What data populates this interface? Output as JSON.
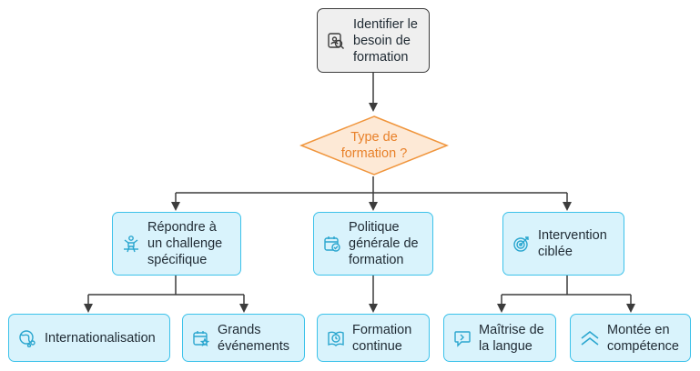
{
  "start": {
    "label": "Identifier le\nbesoin de\nformation",
    "icon": "search-person-icon"
  },
  "decision": {
    "label": "Type de\nformation ?"
  },
  "branches": [
    {
      "label": "Répondre à\nun challenge\nspécifique",
      "icon": "person-challenge-icon"
    },
    {
      "label": "Politique\ngénérale de\nformation",
      "icon": "calendar-check-icon"
    },
    {
      "label": "Intervention\nciblée",
      "icon": "target-icon"
    }
  ],
  "leaves": [
    {
      "label": "Internationalisation",
      "icon": "globe-network-icon"
    },
    {
      "label": "Grands\névénements",
      "icon": "calendar-star-icon"
    },
    {
      "label": "Formation\ncontinue",
      "icon": "book-clock-icon"
    },
    {
      "label": "Maîtrise de\nla langue",
      "icon": "speech-bubble-icon"
    },
    {
      "label": "Montée en\ncompétence",
      "icon": "chevrons-up-icon"
    }
  ],
  "colors": {
    "start_fill": "#efefef",
    "start_stroke": "#3c3c3c",
    "decision_fill": "#fde9d6",
    "decision_stroke": "#f0953c",
    "decision_text": "#e8812a",
    "node_fill": "#d9f3fc",
    "node_stroke": "#3cc2ea",
    "connector": "#3c3c3c"
  }
}
